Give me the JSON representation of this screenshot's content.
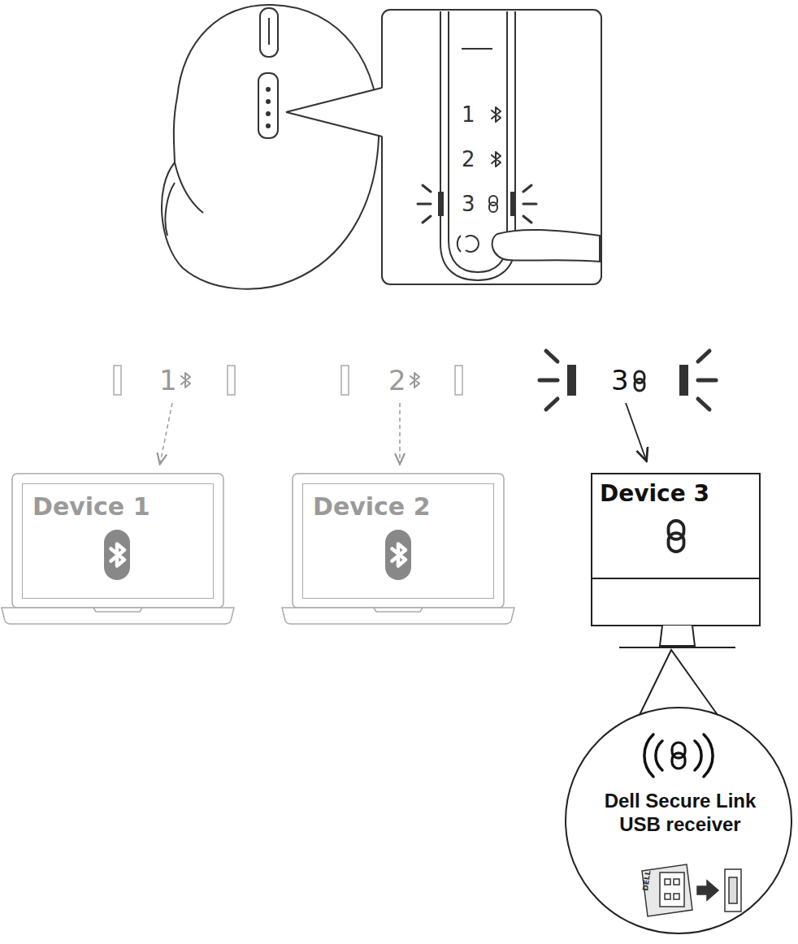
{
  "diagram": {
    "nodes": [
      {
        "text": [
          "Device 1"
        ]
      },
      {
        "text": [
          "Device 2"
        ]
      },
      {
        "text": [
          "Device 3"
        ]
      },
      {
        "text": [
          "Dell Secure Link USB receiver"
        ]
      }
    ],
    "labels": [
      "1",
      "2",
      "3",
      "1",
      "2",
      "3",
      "DELL"
    ]
  }
}
